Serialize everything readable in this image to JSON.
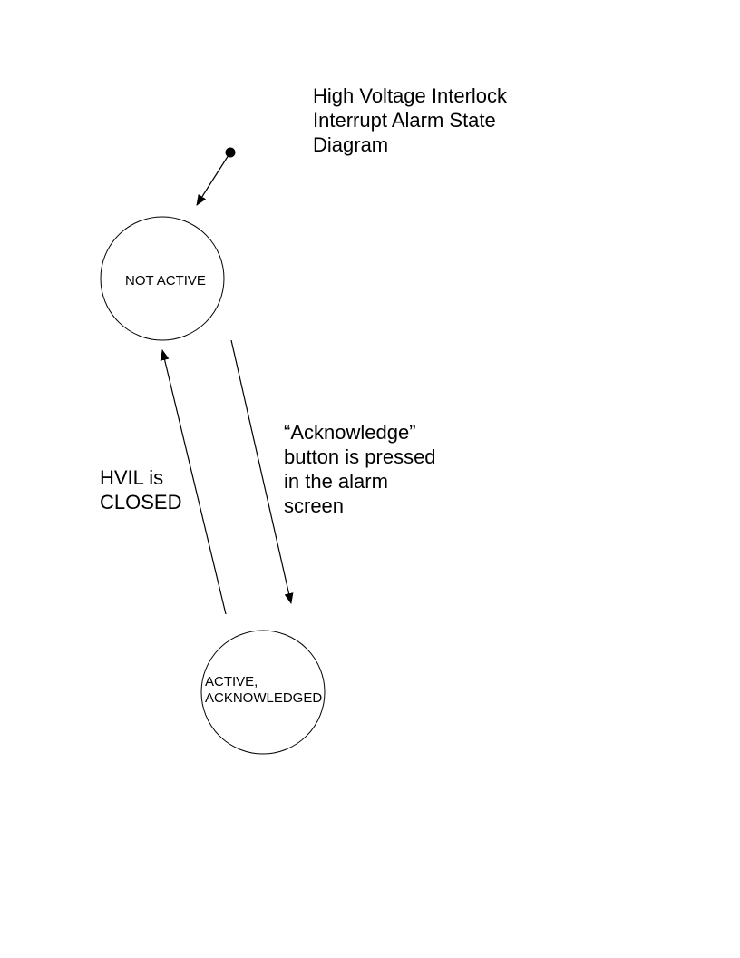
{
  "diagram": {
    "title_lines": [
      "High Voltage Interlock",
      "Interrupt Alarm State",
      "Diagram"
    ],
    "states": {
      "not_active": {
        "label_lines": [
          "NOT ACTIVE"
        ]
      },
      "active_acknowledged": {
        "label_lines": [
          "ACTIVE,",
          "ACKNOWLEDGED"
        ]
      }
    },
    "transitions": {
      "acknowledge": {
        "label_lines": [
          "“Acknowledge”",
          "button is pressed",
          "in the alarm",
          "screen"
        ]
      },
      "hvil_closed": {
        "label_lines": [
          "HVIL is",
          "CLOSED"
        ]
      }
    }
  }
}
